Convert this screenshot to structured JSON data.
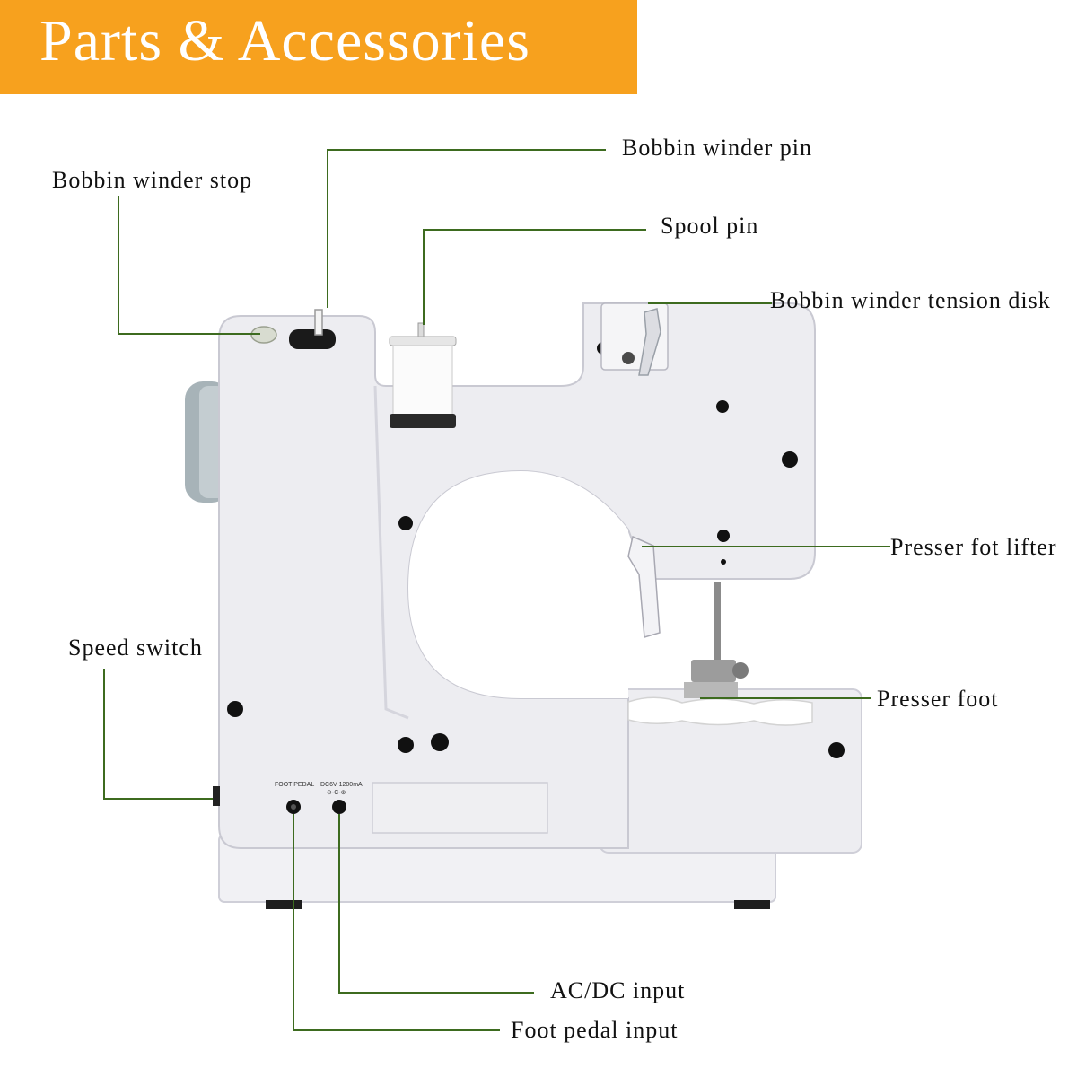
{
  "title": "Parts & Accessories",
  "colors": {
    "banner": "#f7a11e",
    "leader_line": "#3d6b1f",
    "machine_body": "#ececf0",
    "machine_outline": "#c9c9d2"
  },
  "labels": {
    "bobbin_winder_pin": "Bobbin winder pin",
    "bobbin_winder_stop": "Bobbin winder stop",
    "spool_pin": "Spool pin",
    "tension_disk": "Bobbin winder tension disk",
    "presser_foot_lifter": "Presser fot lifter",
    "speed_switch": "Speed switch",
    "presser_foot": "Presser foot",
    "ac_dc_input": "AC/DC input",
    "foot_pedal_input": "Foot pedal input"
  },
  "machine_text": {
    "foot_pedal": "FOOT PEDAL",
    "power_rating": "DC6V 1200mA",
    "polarity": "⊖-C-⊕"
  }
}
